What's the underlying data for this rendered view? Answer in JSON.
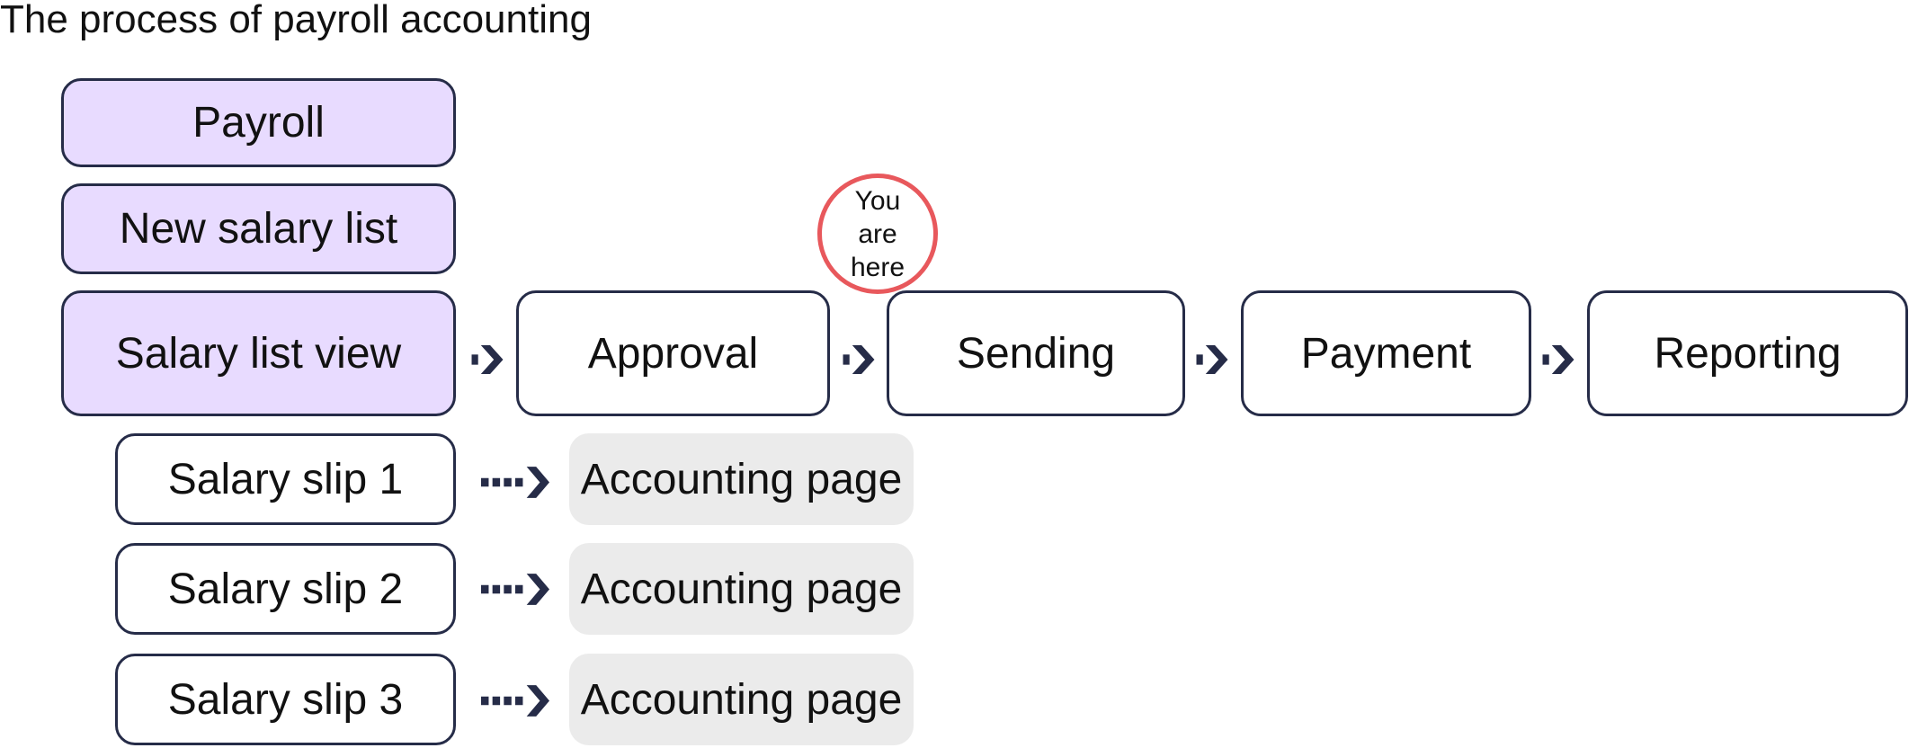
{
  "title": "The process of payroll accounting",
  "menu": {
    "payroll": "Payroll",
    "new_salary_list": "New salary list",
    "salary_list_view": "Salary list view"
  },
  "steps": [
    "Approval",
    "Sending",
    "Payment",
    "Reporting"
  ],
  "marker": {
    "line1": "You",
    "line2": "are",
    "line3": "here"
  },
  "slips": [
    "Salary slip 1",
    "Salary slip 2",
    "Salary slip 3"
  ],
  "accounting": [
    "Accounting page",
    "Accounting page",
    "Accounting page"
  ],
  "colors": {
    "active": "#e8dbff",
    "border": "#262c48",
    "marker": "#e8585c",
    "grey": "#ebebeb"
  },
  "icons": {
    "flow_arrow": "dashed-chevron-arrow-icon"
  }
}
